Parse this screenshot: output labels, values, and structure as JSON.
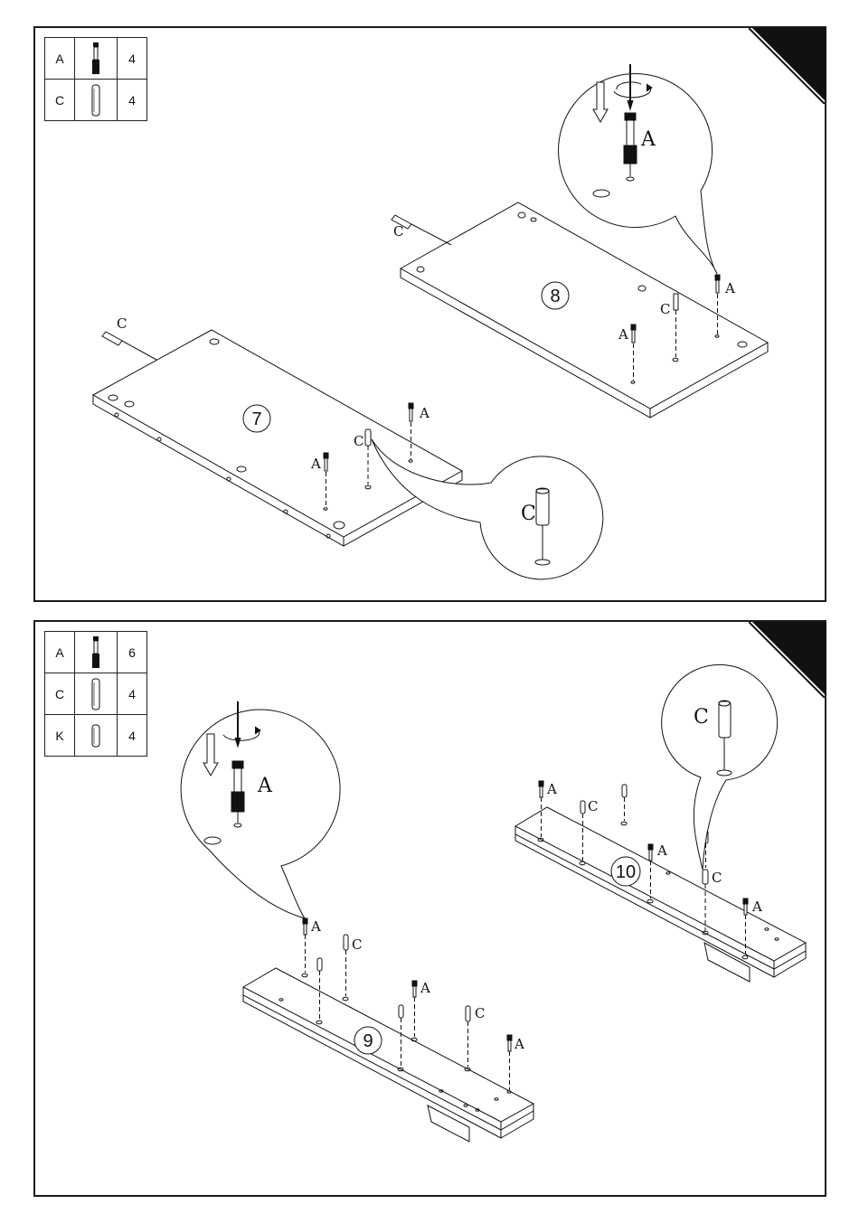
{
  "top": {
    "parts": [
      {
        "code": "A",
        "icon": "cam-bolt-icon",
        "qty": "4"
      },
      {
        "code": "C",
        "icon": "dowel-icon",
        "qty": "4"
      }
    ],
    "steps": [
      "7",
      "8"
    ],
    "labels": {
      "a": "A",
      "c": "C"
    }
  },
  "bottom": {
    "parts": [
      {
        "code": "A",
        "icon": "cam-bolt-icon",
        "qty": "6"
      },
      {
        "code": "C",
        "icon": "dowel-icon",
        "qty": "4"
      },
      {
        "code": "K",
        "icon": "short-dowel-icon",
        "qty": "4"
      }
    ],
    "steps": [
      "9",
      "10"
    ],
    "labels": {
      "a": "A",
      "c": "C"
    }
  }
}
